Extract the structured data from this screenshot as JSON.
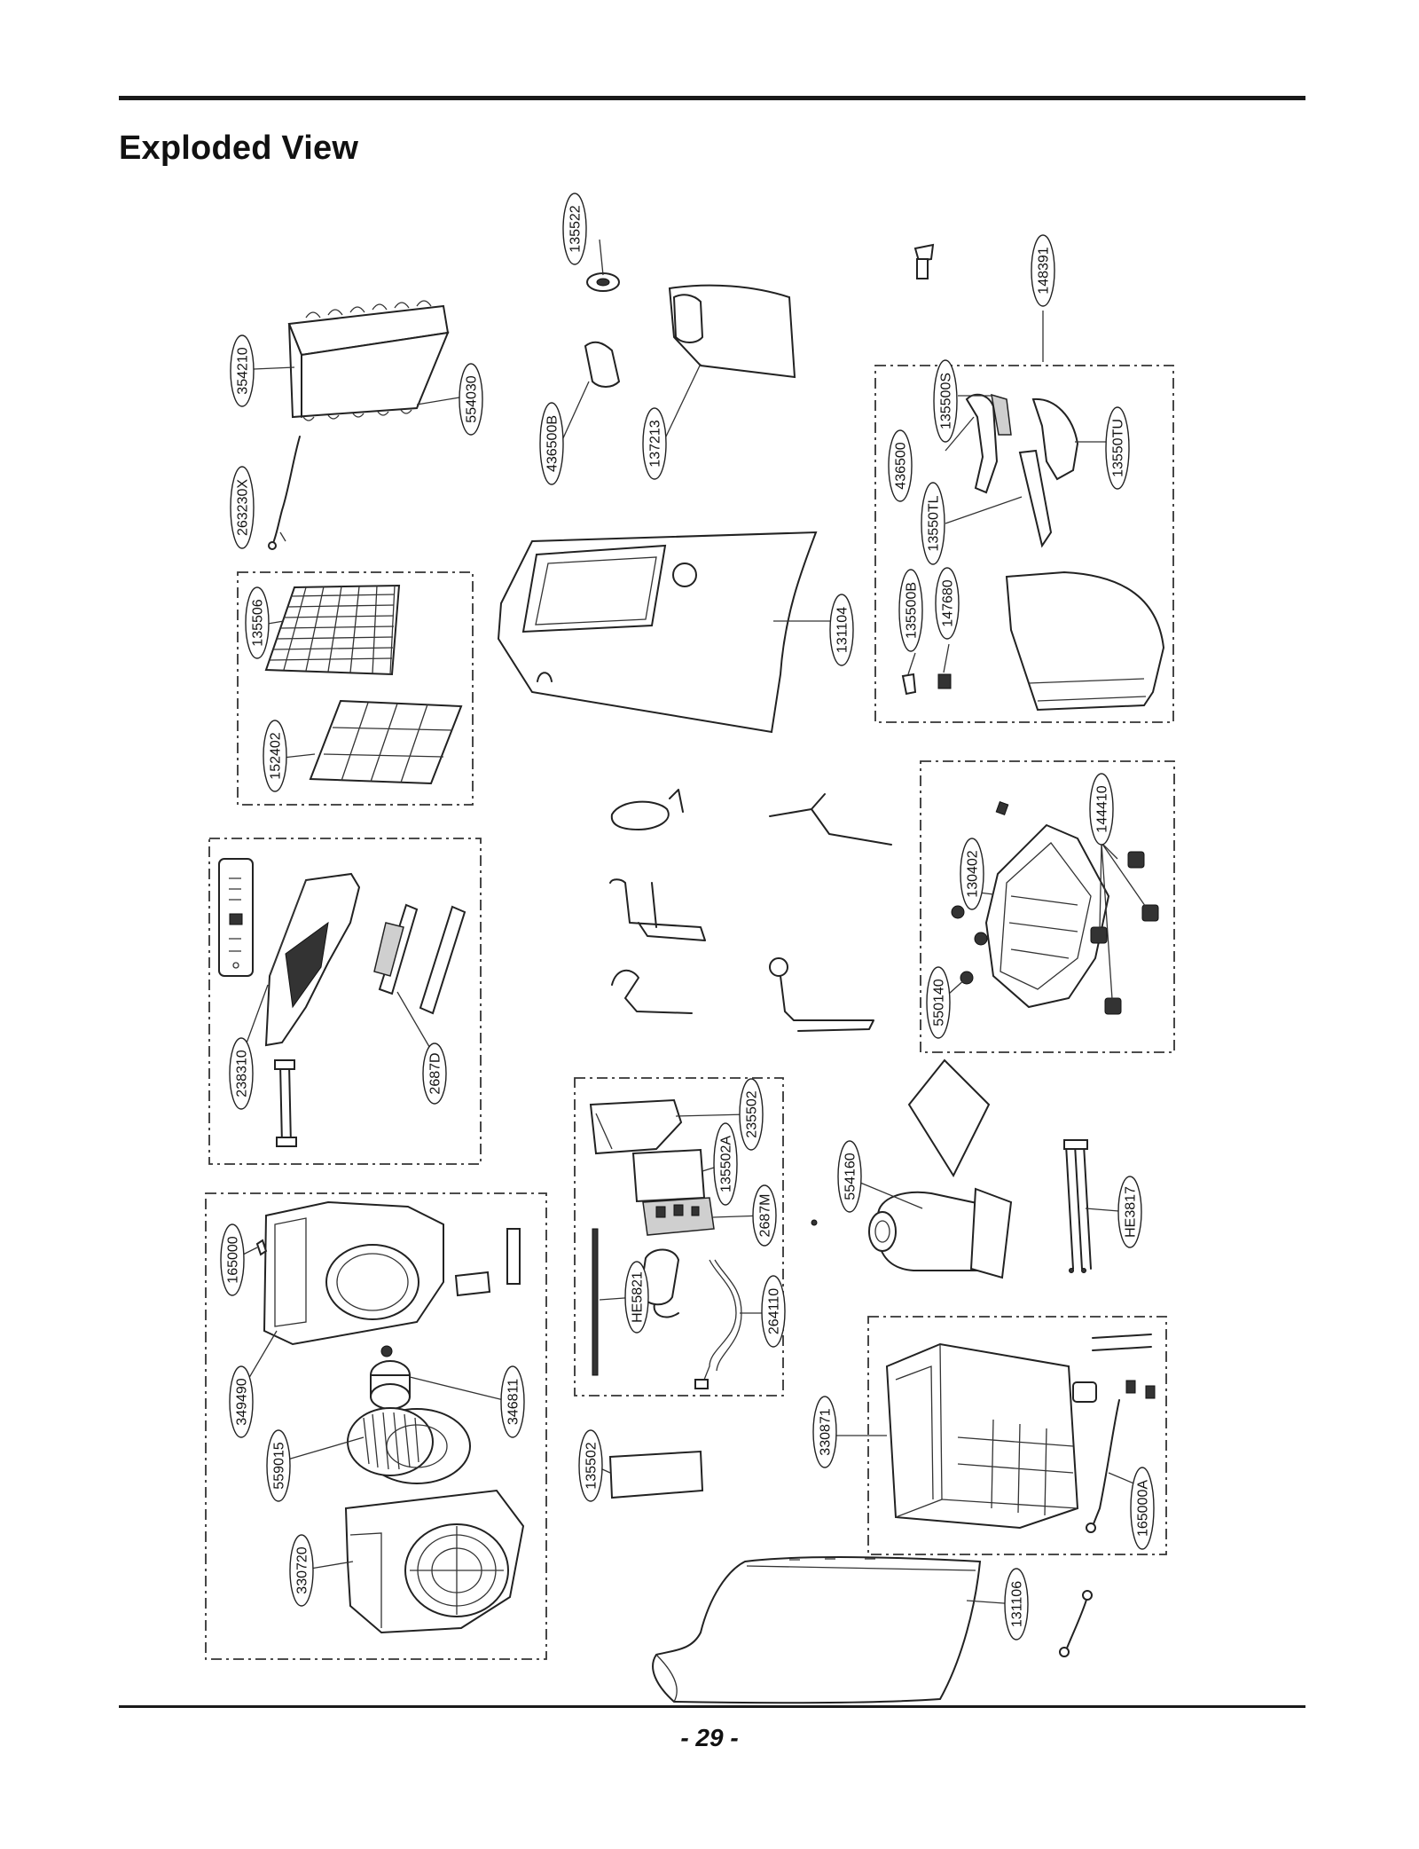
{
  "page": {
    "title": "Exploded View",
    "page_number": "- 29 -"
  },
  "part_labels": [
    {
      "id": "354210",
      "label": "354210"
    },
    {
      "id": "554030",
      "label": "554030"
    },
    {
      "id": "263230X",
      "label": "263230X"
    },
    {
      "id": "135506",
      "label": "135506"
    },
    {
      "id": "152402",
      "label": "152402"
    },
    {
      "id": "135522",
      "label": "135522"
    },
    {
      "id": "436500B",
      "label": "436500B"
    },
    {
      "id": "137213",
      "label": "137213"
    },
    {
      "id": "131104",
      "label": "131104"
    },
    {
      "id": "148391",
      "label": "148391"
    },
    {
      "id": "135500S",
      "label": "135500S"
    },
    {
      "id": "436500",
      "label": "436500"
    },
    {
      "id": "13550TU",
      "label": "13550TU"
    },
    {
      "id": "13550TL",
      "label": "13550TL"
    },
    {
      "id": "135500B",
      "label": "135500B"
    },
    {
      "id": "147680",
      "label": "147680"
    },
    {
      "id": "144410",
      "label": "144410"
    },
    {
      "id": "130402",
      "label": "130402"
    },
    {
      "id": "550140",
      "label": "550140"
    },
    {
      "id": "238310",
      "label": "238310"
    },
    {
      "id": "2687D",
      "label": "2687D"
    },
    {
      "id": "235502",
      "label": "235502"
    },
    {
      "id": "135502A",
      "label": "135502A"
    },
    {
      "id": "2687M",
      "label": "2687M"
    },
    {
      "id": "HE5821",
      "label": "HE5821"
    },
    {
      "id": "264110",
      "label": "264110"
    },
    {
      "id": "554160",
      "label": "554160"
    },
    {
      "id": "HE3817",
      "label": "HE3817"
    },
    {
      "id": "165000",
      "label": "165000"
    },
    {
      "id": "349490",
      "label": "349490"
    },
    {
      "id": "346811",
      "label": "346811"
    },
    {
      "id": "559015",
      "label": "559015"
    },
    {
      "id": "330720",
      "label": "330720"
    },
    {
      "id": "135502",
      "label": "135502"
    },
    {
      "id": "330871",
      "label": "330871"
    },
    {
      "id": "165000A",
      "label": "165000A"
    },
    {
      "id": "131106",
      "label": "131106"
    }
  ]
}
